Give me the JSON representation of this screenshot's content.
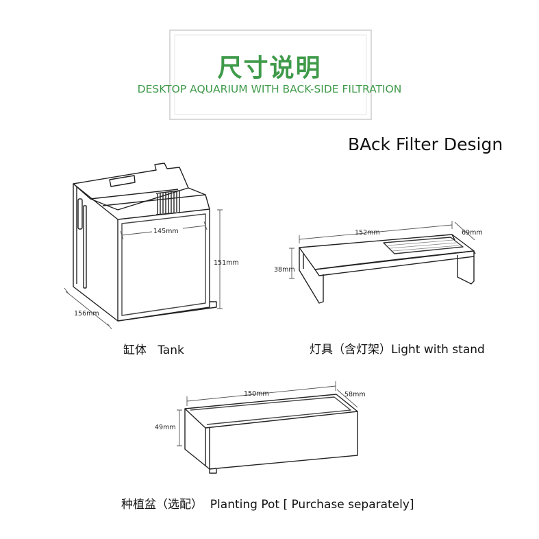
{
  "header": {
    "title_cn": "尺寸说明",
    "subtitle_en": "DESKTOP AQUARIUM WITH BACK-SIDE FILTRATION",
    "accent_color": "#3f9a4a"
  },
  "section_heading": "BAck Filter Design",
  "tank": {
    "label": "缸体   Tank",
    "dims": {
      "width": "145mm",
      "height": "151mm",
      "depth": "156mm"
    }
  },
  "light": {
    "label": "灯具（含灯架）Light with stand",
    "dims": {
      "length": "152mm",
      "width": "69mm",
      "height": "38mm"
    }
  },
  "pot": {
    "label": "种植盆（选配）  Planting Pot [ Purchase separately]",
    "dims": {
      "length": "150mm",
      "width": "58mm",
      "height": "49mm"
    }
  }
}
